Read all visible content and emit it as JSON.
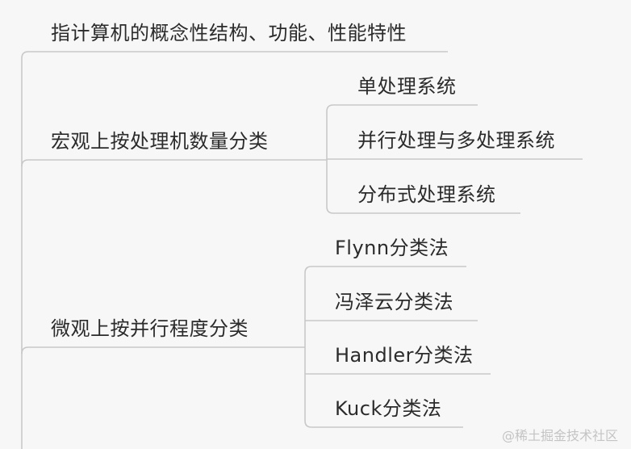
{
  "nodes": {
    "n1": "指计算机的概念性结构、功能、性能特性",
    "n2": "宏观上按处理机数量分类",
    "n2_children": [
      "单处理系统",
      "并行处理与多处理系统",
      "分布式处理系统"
    ],
    "n3": "微观上按并行程度分类",
    "n3_children": [
      "Flynn分类法",
      "冯泽云分类法",
      "Handler分类法",
      "Kuck分类法"
    ]
  },
  "watermark": "@稀土掘金技术社区",
  "colors": {
    "line": "#c8c8c8",
    "text": "#2b2b2b",
    "background": "#f7f7f7"
  }
}
